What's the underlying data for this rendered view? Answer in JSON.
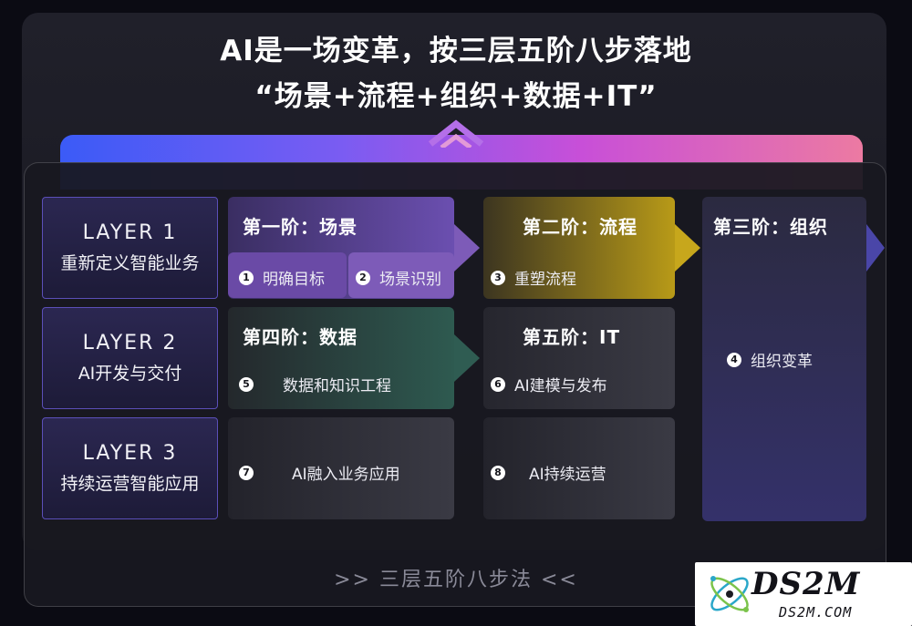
{
  "title": {
    "line1": "AI是一场变革，按三层五阶八步落地",
    "line2": "“场景+流程+组织+数据+IT”"
  },
  "layers": [
    {
      "code": "LAYER 1",
      "name": "重新定义智能业务"
    },
    {
      "code": "LAYER 2",
      "name": "AI开发与交付"
    },
    {
      "code": "LAYER 3",
      "name": "持续运营智能应用"
    }
  ],
  "stages": {
    "s1": "第一阶：场景",
    "s2": "第二阶：流程",
    "s3": "第三阶：组织",
    "s4": "第四阶：数据",
    "s5": "第五阶：IT"
  },
  "steps": {
    "n1": "1",
    "t1": "明确目标",
    "n2": "2",
    "t2": "场景识别",
    "n3": "3",
    "t3": "重塑流程",
    "n4": "4",
    "t4": "组织变革",
    "n5": "5",
    "t5": "数据和知识工程",
    "n6": "6",
    "t6": "AI建模与发布",
    "n7": "7",
    "t7": "AI融入业务应用",
    "n8": "8",
    "t8": "AI持续运营"
  },
  "footer": ">> 三层五阶八步法 <<",
  "logo": {
    "main": "DS2M",
    "sub": "DS2M.COM"
  },
  "colors": {
    "scene": "#6b4fb0",
    "process": "#b89a18",
    "org": "#3a3670",
    "data": "#2e5a50",
    "neutral": "#3a3a44",
    "band_start": "#3b5bf7",
    "band_end": "#ec7aa2"
  }
}
